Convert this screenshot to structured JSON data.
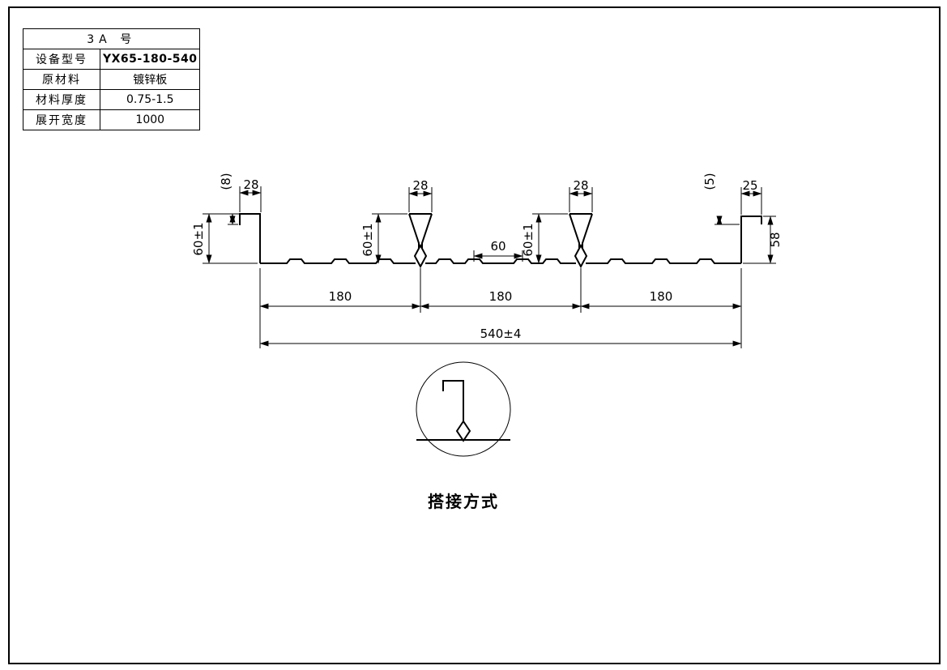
{
  "table": {
    "title": "3A  号",
    "rows": [
      {
        "label": "设备型号",
        "value": "YX65-180-540"
      },
      {
        "label": "原材料",
        "value": "镀锌板"
      },
      {
        "label": "材料厚度",
        "value": "0.75-1.5"
      },
      {
        "label": "展开宽度",
        "value": "1000"
      }
    ]
  },
  "dimensions": {
    "left_height": "60±1",
    "left_lip": "(8)",
    "left_hook_width": "28",
    "rib1_width": "28",
    "rib1_height": "60±1",
    "rib2_width": "28",
    "rib2_height": "60±1",
    "valley_spacing": "60",
    "right_lip": "(5)",
    "right_hook_width": "25",
    "right_height": "58",
    "pitch1": "180",
    "pitch2": "180",
    "pitch3": "180",
    "overall_width": "540±4"
  },
  "detail": {
    "caption": "搭接方式"
  }
}
